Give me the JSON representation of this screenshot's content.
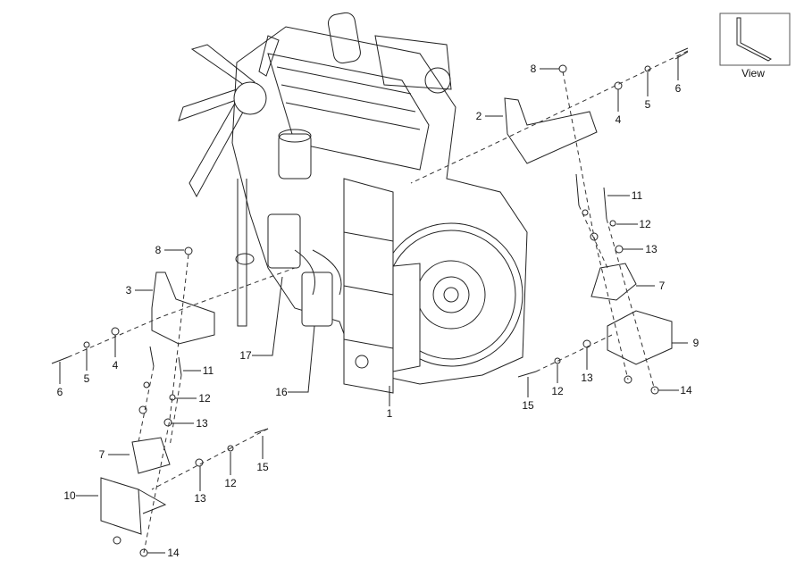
{
  "diagram": {
    "title": "Engine mounting parts diagram",
    "inset_label": "View",
    "callouts": [
      {
        "id": "r8",
        "text": "8"
      },
      {
        "id": "r6",
        "text": "6"
      },
      {
        "id": "r5",
        "text": "5"
      },
      {
        "id": "r4",
        "text": "4"
      },
      {
        "id": "r2",
        "text": "2"
      },
      {
        "id": "r11",
        "text": "11"
      },
      {
        "id": "r12a",
        "text": "12"
      },
      {
        "id": "r13a",
        "text": "13"
      },
      {
        "id": "r7",
        "text": "7"
      },
      {
        "id": "r9",
        "text": "9"
      },
      {
        "id": "r14",
        "text": "14"
      },
      {
        "id": "r15",
        "text": "15"
      },
      {
        "id": "r12b",
        "text": "12"
      },
      {
        "id": "r13b",
        "text": "13"
      },
      {
        "id": "c1",
        "text": "1"
      },
      {
        "id": "c16",
        "text": "16"
      },
      {
        "id": "c17",
        "text": "17"
      },
      {
        "id": "l8",
        "text": "8"
      },
      {
        "id": "l3",
        "text": "3"
      },
      {
        "id": "l6",
        "text": "6"
      },
      {
        "id": "l5",
        "text": "5"
      },
      {
        "id": "l4",
        "text": "4"
      },
      {
        "id": "l11",
        "text": "11"
      },
      {
        "id": "l12a",
        "text": "12"
      },
      {
        "id": "l13a",
        "text": "13"
      },
      {
        "id": "l7",
        "text": "7"
      },
      {
        "id": "l10",
        "text": "10"
      },
      {
        "id": "l14",
        "text": "14"
      },
      {
        "id": "l13b",
        "text": "13"
      },
      {
        "id": "l12b",
        "text": "12"
      },
      {
        "id": "l15",
        "text": "15"
      }
    ]
  }
}
